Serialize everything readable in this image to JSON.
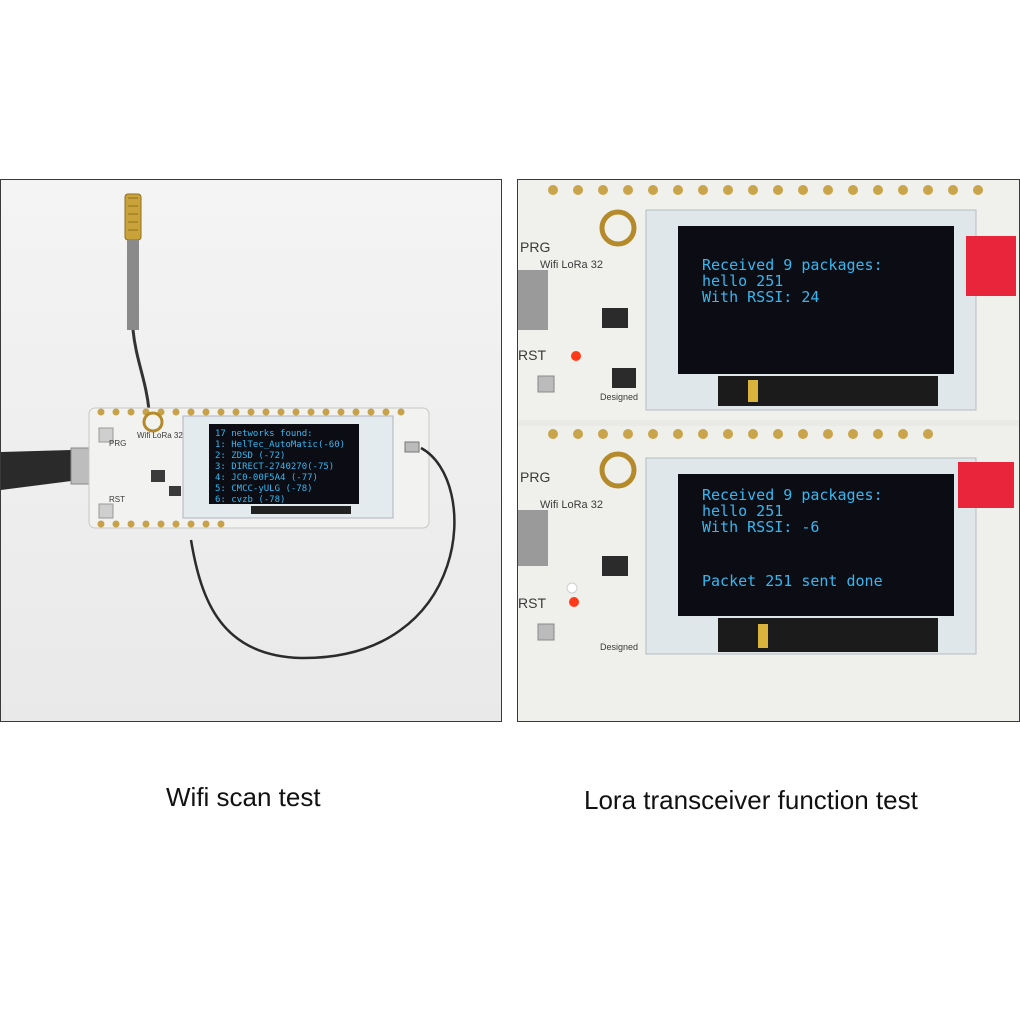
{
  "left_photo": {
    "oled_lines": [
      "17 networks found:",
      "1: HelTec_AutoMatic(-60)",
      "2: ZDSD              (-72)",
      "3: DIRECT-2740270(-75)",
      "4: JC0-00F5A4      (-77)",
      "5: CMCC-yULG       (-78)",
      "6: cvzb              (-78)"
    ],
    "silk_labels": [
      "PRG",
      "Wifi LoRa 32",
      "RST"
    ]
  },
  "right_photo": {
    "top_board": {
      "oled_lines": [
        "Received 9 packages:",
        "hello 251",
        "With RSSI: 24"
      ],
      "silk_labels": [
        "PRG",
        "Wifi LoRa 32",
        "RST",
        "Designed"
      ]
    },
    "bottom_board": {
      "oled_lines": [
        "Received 9 packages:",
        "hello 251",
        "With RSSI: -6",
        "",
        "Packet 251 sent done"
      ],
      "silk_labels": [
        "PRG",
        "Wifi LoRa 32",
        "RST",
        "Designed"
      ]
    }
  },
  "captions": {
    "left": "Wifi scan test",
    "right": "Lora transceiver function test"
  },
  "colors": {
    "oled_text": "#35b8f0",
    "pcb_white": "#f2f2f0",
    "led_red": "#ff3a1a",
    "connector_red": "#e8253a"
  }
}
